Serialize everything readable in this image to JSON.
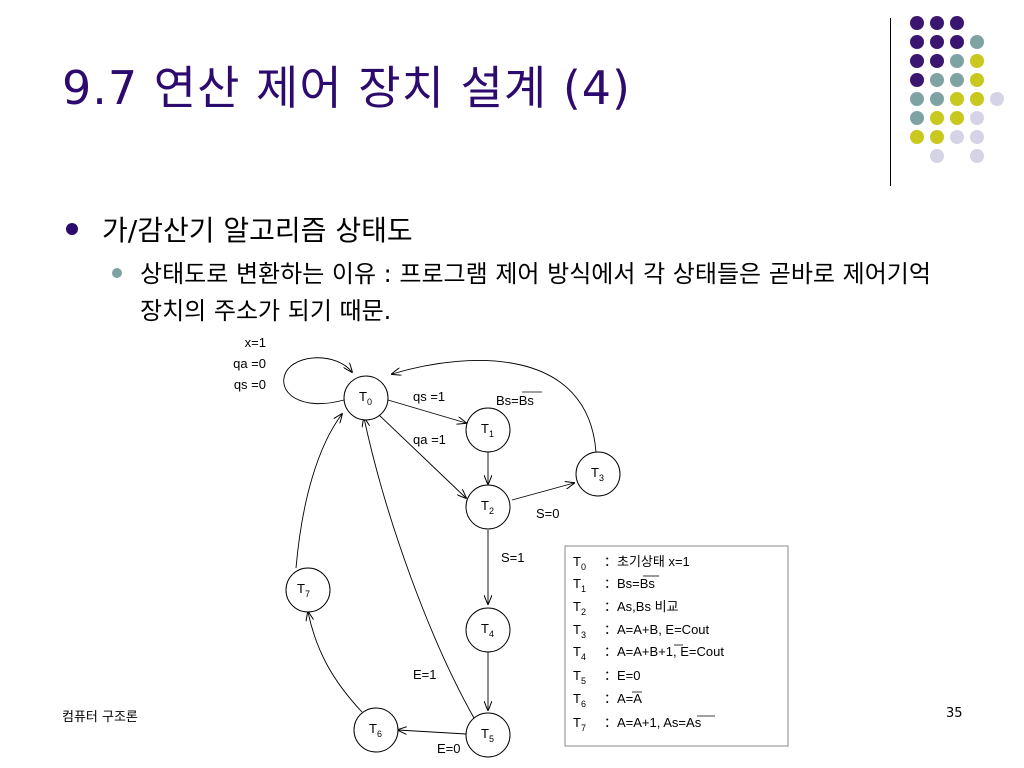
{
  "slide": {
    "title": "9.7 연산 제어 장치 설계 (4)",
    "bullet1": "가/감산기 알고리즘 상태도",
    "bullet2": "상태도로 변환하는 이유 : 프로그램 제어 방식에서 각 상태들은 곧바로 제어기억 장치의 주소가 되기 때문."
  },
  "palette": {
    "purple": "#3b1670",
    "teal": "#7fa3a3",
    "yellow": "#c8c81e",
    "lavender": "#d4d4e6"
  },
  "diagram": {
    "init_conditions": [
      "x=1",
      "qa =0",
      "qs =0"
    ],
    "states": [
      {
        "sub": "0"
      },
      {
        "sub": "1"
      },
      {
        "sub": "2"
      },
      {
        "sub": "3"
      },
      {
        "sub": "4"
      },
      {
        "sub": "5"
      },
      {
        "sub": "6"
      },
      {
        "sub": "7"
      }
    ],
    "state_letter": "T",
    "edge_labels": {
      "t0_t1": "qs =1",
      "t0_t2": "qa =1",
      "t1_note": "Bs=Bs",
      "t2_t3": "S=0",
      "t2_t4": "S=1",
      "t5_t0": "E=1",
      "t5_t6": "E=0"
    },
    "legend": [
      {
        "sub": "0",
        "desc": "：초기상태  x=1"
      },
      {
        "sub": "1",
        "desc": "：Bs=Bs"
      },
      {
        "sub": "2",
        "desc": "：As,Bs 비교"
      },
      {
        "sub": "3",
        "desc": "：A=A+B, E=Cout"
      },
      {
        "sub": "4",
        "desc": "：A=A+B+1, E=Cout"
      },
      {
        "sub": "5",
        "desc": "：E=0"
      },
      {
        "sub": "6",
        "desc": "：A=A"
      },
      {
        "sub": "7",
        "desc": "：A=A+1, As=As"
      }
    ]
  },
  "footer": {
    "left": "컴퓨터 구조론",
    "page": "35"
  }
}
